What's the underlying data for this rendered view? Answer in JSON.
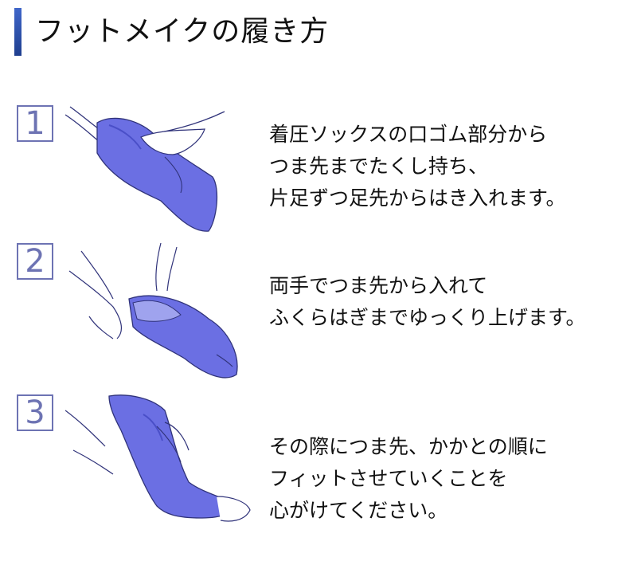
{
  "header": {
    "title": "フットメイクの履き方"
  },
  "steps": [
    {
      "number": "1",
      "lines": [
        "着圧ソックスの口ゴム部分から",
        "つま先までたくし持ち、",
        "片足ずつ足先からはき入れます。"
      ]
    },
    {
      "number": "2",
      "lines": [
        "両手でつま先から入れて",
        "ふくらはぎまでゆっくり上げます。"
      ]
    },
    {
      "number": "3",
      "lines": [
        "その際につま先、かかとの順に",
        "フィットさせていくことを",
        "心がけてください。"
      ]
    }
  ],
  "colors": {
    "sock": "#6b6fe3",
    "sock_dark": "#4a4fc8",
    "outline": "#30337a",
    "accent": "#6d73b3",
    "title_bar": "#2f55b5"
  }
}
